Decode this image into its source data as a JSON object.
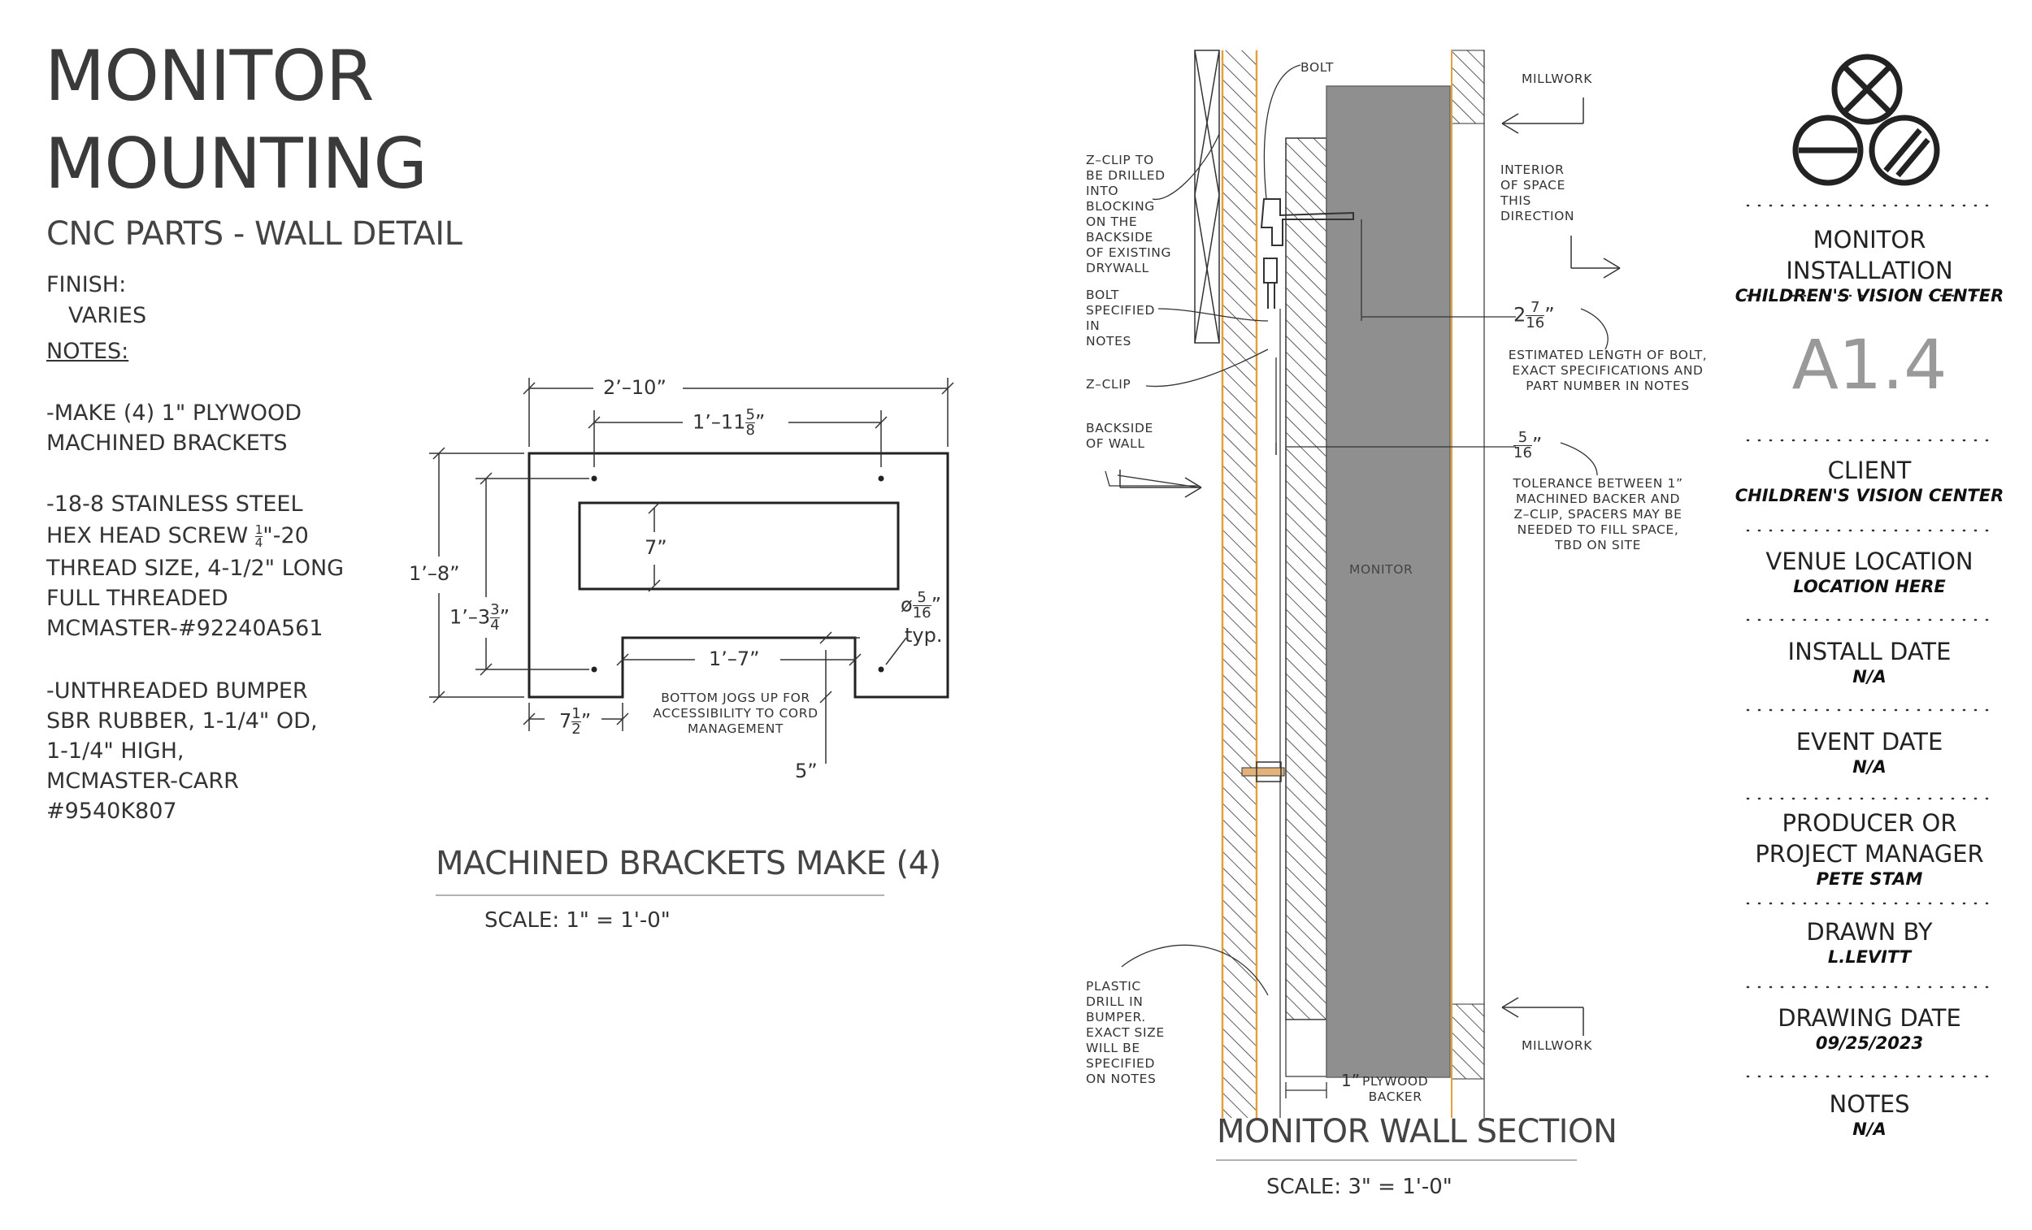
{
  "sheet": {
    "title_line1": "MONITOR",
    "title_line2": "MOUNTING",
    "subtitle": "CNC PARTS - WALL DETAIL",
    "finish_label": "FINISH:",
    "finish_value": "VARIES",
    "notes_label": "NOTES:",
    "note1": "-MAKE (4) 1\" PLYWOOD\nMACHINED BRACKETS",
    "note2_a": "-18-8 STAINLESS STEEL",
    "note2_b_prefix": "HEX HEAD SCREW ",
    "note2_b_frac_num": "1",
    "note2_b_frac_den": "4",
    "note2_b_suffix": "\"-20",
    "note2_c": "THREAD SIZE, 4-1/2\" LONG\nFULL THREADED\nMCMASTER-#92240A561",
    "note3": "-UNTHREADED BUMPER\nSBR RUBBER, 1-1/4\" OD,\n1-1/4\" HIGH,\nMCMASTER-CARR\n#9540K807"
  },
  "bracket": {
    "dim_overall_width": "2’–10”",
    "dim_hole_spacing_whole": "1’–11",
    "dim_hole_spacing_num": "5",
    "dim_hole_spacing_den": "8",
    "dim_hole_spacing_suffix": "”",
    "dim_height": "1’–8”",
    "dim_hole_vert_whole": "1’–3",
    "dim_hole_vert_num": "3",
    "dim_hole_vert_den": "4",
    "dim_hole_vert_suffix": "”",
    "dim_cutout": "7”",
    "dim_jog_width": "1’–7”",
    "dim_left_whole": "7",
    "dim_left_num": "1",
    "dim_left_den": "2",
    "dim_left_suffix": "”",
    "dim_hole_dia_prefix": "ø",
    "dim_hole_dia_num": "5",
    "dim_hole_dia_den": "16",
    "dim_hole_dia_suffix": "”",
    "dim_hole_dia_typ": "typ.",
    "dim_jog_height": "5”",
    "jog_note": "BOTTOM JOGS UP FOR\nACCESSIBILITY TO CORD\nMANAGEMENT",
    "drawing_title": "MACHINED BRACKETS MAKE (4)",
    "scale": "SCALE:  1\" = 1'-0\""
  },
  "section": {
    "bolt_label": "BOLT",
    "zclip_drill_note": "Z–CLIP TO\nBE DRILLED\nINTO\nBLOCKING\nON THE\nBACKSIDE\nOF EXISTING\nDRYWALL",
    "bolt_spec_note": "BOLT\nSPECIFIED\nIN\nNOTES",
    "zclip_label": "Z–CLIP",
    "backside_note": "BACKSIDE\n OF WALL",
    "plastic_note": "PLASTIC\nDRILL IN\nBUMPER.\nEXACT SIZE\nWILL BE\nSPECIFIED\nON NOTES",
    "millwork_top": "MILLWORK",
    "millwork_bottom": "MILLWORK",
    "interior_note": "INTERIOR\nOF SPACE\nTHIS\nDIRECTION",
    "dim_bolt_whole": "2",
    "dim_bolt_num": "7",
    "dim_bolt_den": "16",
    "dim_bolt_suffix": "”",
    "bolt_length_note": "ESTIMATED LENGTH OF BOLT,\nEXACT SPECIFICATIONS AND\nPART NUMBER IN NOTES",
    "dim_tol_num": "5",
    "dim_tol_den": "16",
    "dim_tol_suffix": "”",
    "tolerance_note": "TOLERANCE BETWEEN 1”\nMACHINED BACKER AND\nZ–CLIP, SPACERS MAY BE\nNEEDED TO FILL SPACE,\nTBD ON SITE",
    "monitor_label": "MONITOR",
    "backer_dim": "1",
    "backer_suffix": "”",
    "backer_label": "PLYWOOD\nBACKER",
    "drawing_title": "MONITOR WALL SECTION",
    "scale": "SCALE:  3\" = 1'-0\""
  },
  "titleblock": {
    "project_title": "MONITOR INSTALLATION",
    "project_client": "CHILDREN'S VISION CENTER",
    "sheet_number": "A1.4",
    "client_label": "CLIENT",
    "client_value": "CHILDREN'S VISION CENTER",
    "venue_label": "VENUE LOCATION",
    "venue_value": "LOCATION HERE",
    "install_label": "INSTALL DATE",
    "install_value": "N/A",
    "event_label": "EVENT DATE",
    "event_value": "N/A",
    "producer_label": "PRODUCER OR\nPROJECT MANAGER",
    "producer_value": "PETE STAM",
    "drawn_label": "DRAWN BY",
    "drawn_value": "L.LEVITT",
    "date_label": "DRAWING DATE",
    "date_value": "09/25/2023",
    "notes_label": "NOTES",
    "notes_value": "N/A"
  },
  "colors": {
    "line": "#222222",
    "monitor_fill": "#8f8f8f",
    "wall_edge_orange": "#e2a23b",
    "hatch": "#333333",
    "sheet_number": "#999999"
  }
}
